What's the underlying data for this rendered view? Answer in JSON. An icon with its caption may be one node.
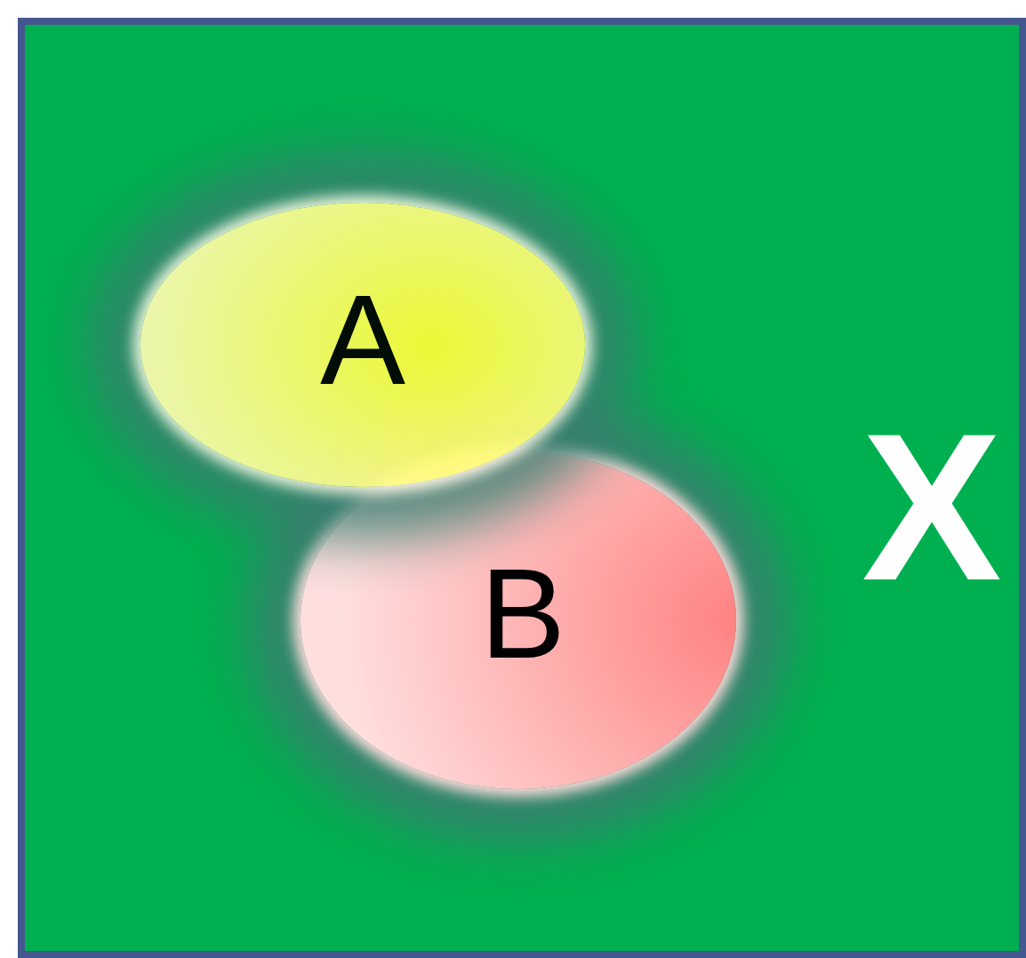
{
  "diagram": {
    "nodes": [
      {
        "text": [
          "X"
        ]
      },
      {
        "text": [
          "A"
        ],
        "in": 0
      },
      {
        "text": [
          "B"
        ],
        "in": 0
      }
    ],
    "edges": []
  }
}
